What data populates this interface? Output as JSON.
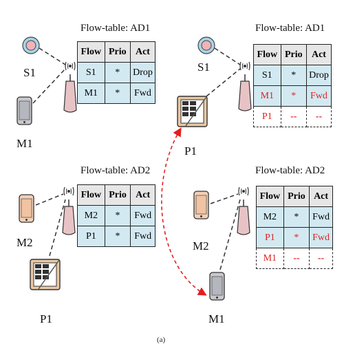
{
  "colors": {
    "row_fill": "#d2e9f2",
    "header_fill": "#e6e6e6",
    "updated_text": "#e21f1f",
    "migration_arrow": "#e21f1f",
    "access_point": "#e7c3c6",
    "phone_orange": "#f3cfb5",
    "phone_gray": "#c8c8cc"
  },
  "left": {
    "ad1": {
      "title": "Flow-table: AD1",
      "headers": [
        "Flow",
        "Prio",
        "Act"
      ],
      "rows": [
        {
          "flow": "S1",
          "prio": "*",
          "act": "Drop"
        },
        {
          "flow": "M1",
          "prio": "*",
          "act": "Fwd"
        }
      ],
      "devices": {
        "sensor": "S1",
        "phone": "M1"
      }
    },
    "ad2": {
      "title": "Flow-table: AD2",
      "headers": [
        "Flow",
        "Prio",
        "Act"
      ],
      "rows": [
        {
          "flow": "M2",
          "prio": "*",
          "act": "Fwd"
        },
        {
          "flow": "P1",
          "prio": "*",
          "act": "Fwd"
        }
      ],
      "devices": {
        "phone": "M2",
        "tablet": "P1"
      }
    }
  },
  "right": {
    "ad1": {
      "title": "Flow-table: AD1",
      "headers": [
        "Flow",
        "Prio",
        "Act"
      ],
      "rows": [
        {
          "flow": "S1",
          "prio": "*",
          "act": "Drop"
        },
        {
          "flow": "M1",
          "prio": "*",
          "act": "Fwd"
        },
        {
          "flow": "P1",
          "prio": "--",
          "act": "--"
        }
      ],
      "devices": {
        "sensor": "S1",
        "tablet": "P1"
      }
    },
    "ad2": {
      "title": "Flow-table: AD2",
      "headers": [
        "Flow",
        "Prio",
        "Act"
      ],
      "rows": [
        {
          "flow": "M2",
          "prio": "*",
          "act": "Fwd"
        },
        {
          "flow": "P1",
          "prio": "*",
          "act": "Fwd"
        },
        {
          "flow": "M1",
          "prio": "--",
          "act": "--"
        }
      ],
      "devices": {
        "phone": "M2",
        "phone2": "M1"
      }
    }
  },
  "caption": "(a)"
}
